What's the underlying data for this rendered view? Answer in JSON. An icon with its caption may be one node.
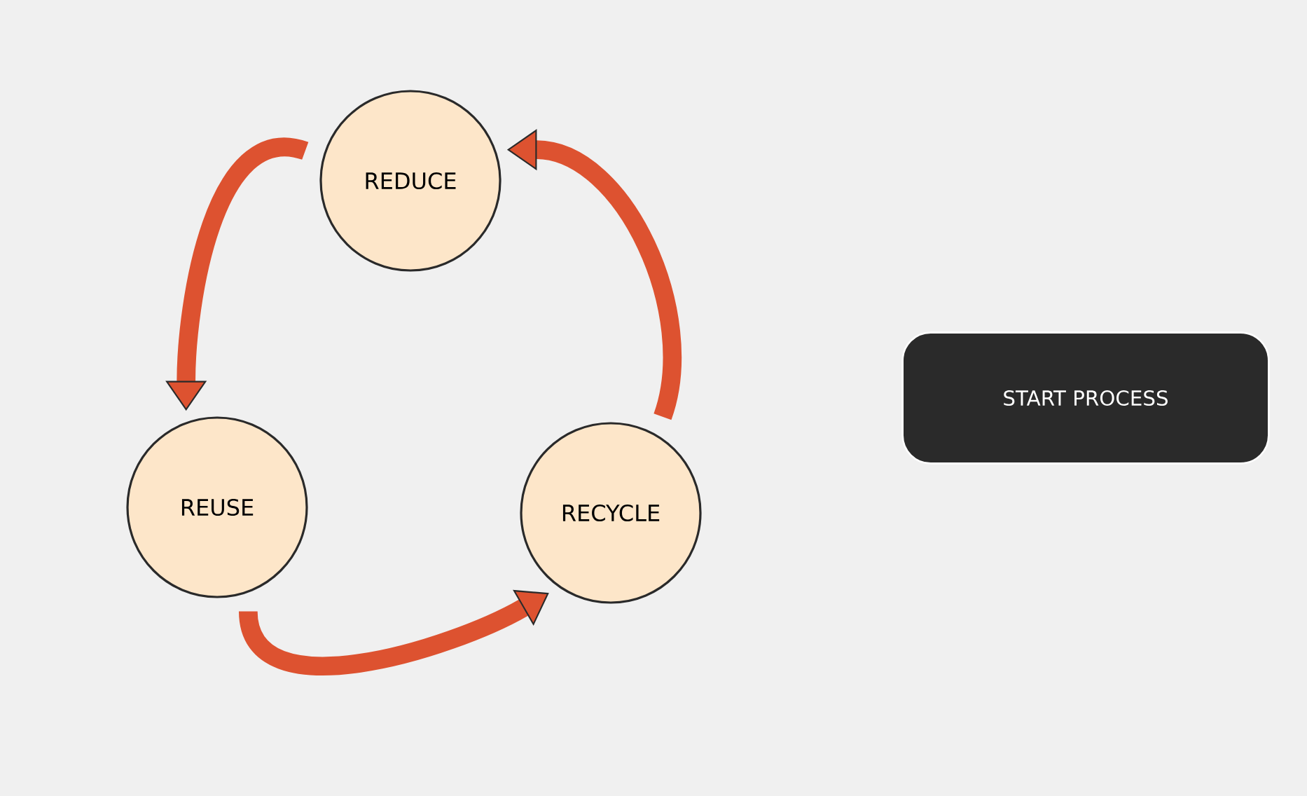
{
  "diagram": {
    "nodes": [
      {
        "text": [
          "REDUCE"
        ]
      },
      {
        "text": [
          "REUSE"
        ]
      },
      {
        "text": [
          "RECYCLE"
        ]
      },
      {
        "text": [
          "START PROCESS"
        ]
      }
    ],
    "edges": [
      {
        "from": 0,
        "to": 1,
        "arrow": "to"
      },
      {
        "from": 1,
        "to": 2,
        "arrow": "to"
      },
      {
        "from": 2,
        "to": 0,
        "arrow": "to"
      }
    ]
  }
}
